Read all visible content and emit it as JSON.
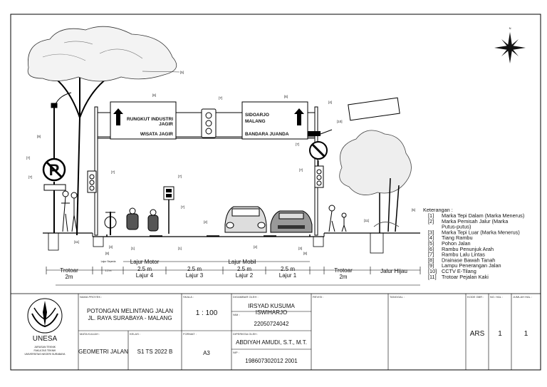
{
  "drawing": {
    "signs": {
      "left_sign": {
        "line1": "RUNGKUT INDUSTRI",
        "line2": "JAGIR",
        "line3": "WISATA JAGIR"
      },
      "right_sign": {
        "line1": "SIDOARJO",
        "line2": "MALANG",
        "line3": "BANDARA JUANDA"
      }
    },
    "callouts": {
      "c1": "[1]",
      "c2": "[2]",
      "c3": "[3]",
      "c4": "[4]",
      "c5": "[5]",
      "c6": "[6]",
      "c7": "[7]",
      "c8": "[8]",
      "c9": "[9]",
      "c10": "[10]",
      "c11": "[11]"
    },
    "lanes": {
      "lajur_motor": "Lajur Motor",
      "lajur_mobil": "Lajur Mobil",
      "lajur_hijau": "Jalur Hijau",
      "trotoar": "Trotoar",
      "trotoar_width": "2m",
      "lane_width": "2.5 m",
      "lajur1": "Lajur 1",
      "lajur2": "Lajur 2",
      "lajur3": "Lajur 3",
      "lajur4": "Lajur 4",
      "tiny_note": "Lajur Sepeda",
      "tiny_width": "1.2 m"
    },
    "legend": {
      "title": "Keterangan :",
      "items": [
        {
          "num": "[1]",
          "text": "Marka Tepi Dalam (Marka Menerus)"
        },
        {
          "num": "[2]",
          "text": "Marka Pemisah Jalur (Marka"
        },
        {
          "num": "",
          "text": "Putus-putus)"
        },
        {
          "num": "[3]",
          "text": "Marka Tepi Luar (Marka Menerus)"
        },
        {
          "num": "[4]",
          "text": "Tiang Rambu"
        },
        {
          "num": "[5]",
          "text": "Pohon Jalan"
        },
        {
          "num": "[6]",
          "text": "Rambu Penunjuk Arah"
        },
        {
          "num": "[7]",
          "text": "Rambu Lalu Lintas"
        },
        {
          "num": "[8]",
          "text": "Drainase Bawah Tanah"
        },
        {
          "num": "[9]",
          "text": "Lampu Penerangan Jalan"
        },
        {
          "num": "[10]",
          "text": "CCTV E-Tilang"
        },
        {
          "num": "[11]",
          "text": "Trotoar Pejalan Kaki"
        }
      ]
    },
    "compass_letter": "N"
  },
  "title_block": {
    "logo_text": "UNESA",
    "logo_sub1": "JURUSAN TEKNIK",
    "logo_sub2": "FAKULTAS TEKNIK",
    "logo_sub3": "UNIVERSITAS NEGERI SURABAYA",
    "labels": {
      "nama_proyek": "NAMA PROYEK :",
      "skala": "SKALA :",
      "digambar_oleh": "DIGAMBAR OLEH :",
      "revisi": "REVISI :",
      "tanggal": "TANGGAL :",
      "kode_gbr": "KODE GBR :",
      "no_hal": "NO. HAL :",
      "jumlah_hal": "JUMLAH HAL :",
      "mata_kuliah": "MATA KULIAH :",
      "kelas": "KELAS :",
      "format": "FORMAT :",
      "nim": "NIM :",
      "diperiksa_oleh": "DIPERIKSA OLEH :",
      "nip": "NIP :"
    },
    "values": {
      "project_line1": "POTONGAN MELINTANG JALAN",
      "project_line2": "JL. RAYA SURABAYA - MALANG",
      "scale": "1 : 100",
      "drawn_by": "IRSYAD KUSUMA ISWIHARJO",
      "nim": "22050724042",
      "course": "GEOMETRI JALAN",
      "class": "S1 TS 2022 B",
      "format": "A3",
      "checked_by": "ABDIYAH AMUDI, S.T., M.T.",
      "nip": "198607302012 2001",
      "code": "ARS",
      "page_no": "1",
      "page_total": "1"
    }
  }
}
